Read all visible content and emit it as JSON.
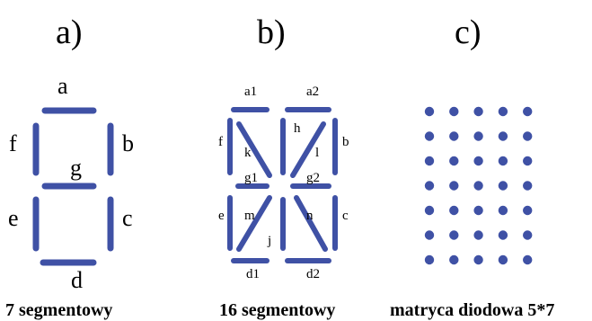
{
  "panels": [
    {
      "title": "a)",
      "caption": "7 segmentowy",
      "segment_labels": {
        "a": "a",
        "b": "b",
        "c": "c",
        "d": "d",
        "e": "e",
        "f": "f",
        "g": "g"
      }
    },
    {
      "title": "b)",
      "caption": "16 segmentowy",
      "segment_labels": {
        "a1": "a1",
        "a2": "a2",
        "b": "b",
        "c": "c",
        "d1": "d1",
        "d2": "d2",
        "e": "e",
        "f": "f",
        "g1": "g1",
        "g2": "g2",
        "h": "h",
        "j": "j",
        "k": "k",
        "l": "l",
        "m": "m",
        "n": "n"
      }
    },
    {
      "title": "c)",
      "caption": "matryca diodowa 5*7",
      "matrix": {
        "columns": 5,
        "rows": 7
      }
    }
  ],
  "colors": {
    "segment": "#3f51a5",
    "text": "#000000",
    "background": "#ffffff"
  }
}
